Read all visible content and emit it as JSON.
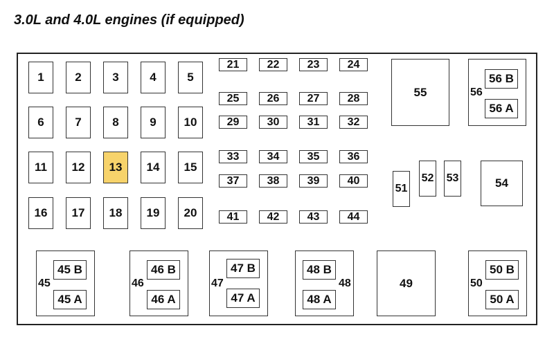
{
  "title": "3.0L and 4.0L engines (if equipped)",
  "highlight_color": "#f7d36b",
  "fuses": {
    "f1": "1",
    "f2": "2",
    "f3": "3",
    "f4": "4",
    "f5": "5",
    "f6": "6",
    "f7": "7",
    "f8": "8",
    "f9": "9",
    "f10": "10",
    "f11": "11",
    "f12": "12",
    "f13": "13",
    "f14": "14",
    "f15": "15",
    "f16": "16",
    "f17": "17",
    "f18": "18",
    "f19": "19",
    "f20": "20",
    "f21": "21",
    "f22": "22",
    "f23": "23",
    "f24": "24",
    "f25": "25",
    "f26": "26",
    "f27": "27",
    "f28": "28",
    "f29": "29",
    "f30": "30",
    "f31": "31",
    "f32": "32",
    "f33": "33",
    "f34": "34",
    "f35": "35",
    "f36": "36",
    "f37": "37",
    "f38": "38",
    "f39": "39",
    "f40": "40",
    "f41": "41",
    "f42": "42",
    "f43": "43",
    "f44": "44",
    "f49": "49",
    "f51": "51",
    "f52": "52",
    "f53": "53",
    "f54": "54",
    "f55": "55"
  },
  "relays": {
    "r45": {
      "label": "45",
      "a": "45 A",
      "b": "45 B"
    },
    "r46": {
      "label": "46",
      "a": "46 A",
      "b": "46 B"
    },
    "r47": {
      "label": "47",
      "a": "47 A",
      "b": "47 B"
    },
    "r48": {
      "label": "48",
      "a": "48 A",
      "b": "48 B"
    },
    "r50": {
      "label": "50",
      "a": "50 A",
      "b": "50 B"
    },
    "r56": {
      "label": "56",
      "a": "56 A",
      "b": "56 B"
    }
  }
}
